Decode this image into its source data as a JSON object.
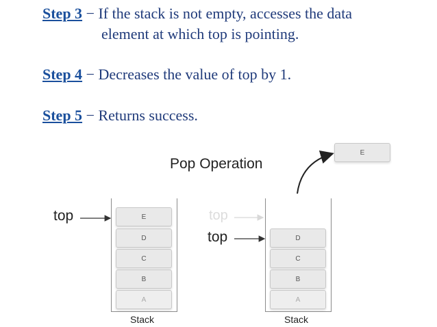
{
  "steps": {
    "step3": {
      "label": "Step 3",
      "text": " − If the stack is not empty, accesses the data",
      "continuation": "element at which top is pointing."
    },
    "step4": {
      "label": "Step 4",
      "text": " − Decreases the value of top by 1."
    },
    "step5": {
      "label": "Step 5",
      "text": " − Returns success."
    }
  },
  "diagram": {
    "title": "Pop Operation",
    "left_stack": {
      "label": "Stack",
      "pointer_label": "top",
      "cells": [
        "E",
        "D",
        "C",
        "B",
        "A"
      ]
    },
    "right_stack": {
      "label": "Stack",
      "pointer_label": "top",
      "ghost_label": "top",
      "cells": [
        "D",
        "C",
        "B",
        "A"
      ]
    },
    "popped_cell": "E",
    "colors": {
      "step_label": "#1a4f9c",
      "step_text": "#1f3a7a",
      "cell": "#e9e9e9",
      "line": "#8a8a8a"
    }
  }
}
